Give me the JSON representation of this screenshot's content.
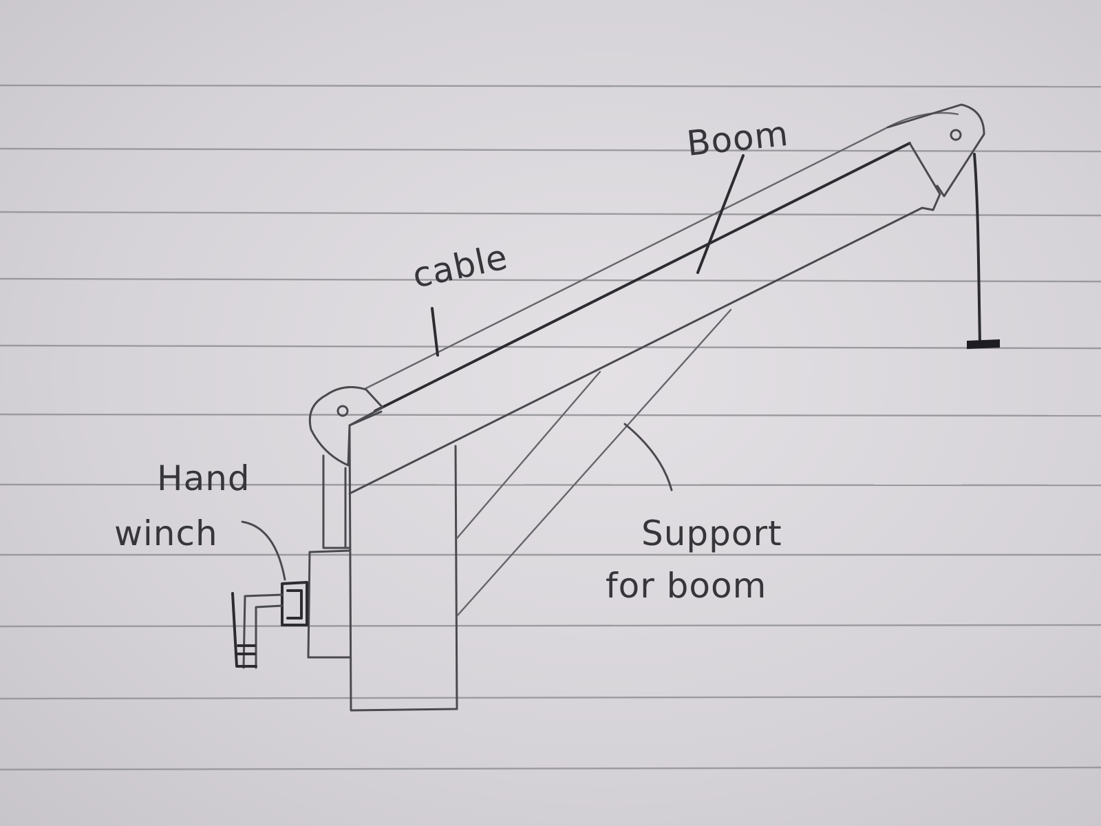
{
  "labels": {
    "boom": "Boom",
    "cable": "cable",
    "hand_winch_line1": "Hand",
    "hand_winch_line2": "winch",
    "support_line1": "Support",
    "support_line2": "for boom"
  },
  "colors": {
    "paper": "#dcd9de",
    "ruled_line": "#9a9a9e",
    "pencil": "#4a4a4e",
    "pencil_dark": "#2c2c30"
  }
}
